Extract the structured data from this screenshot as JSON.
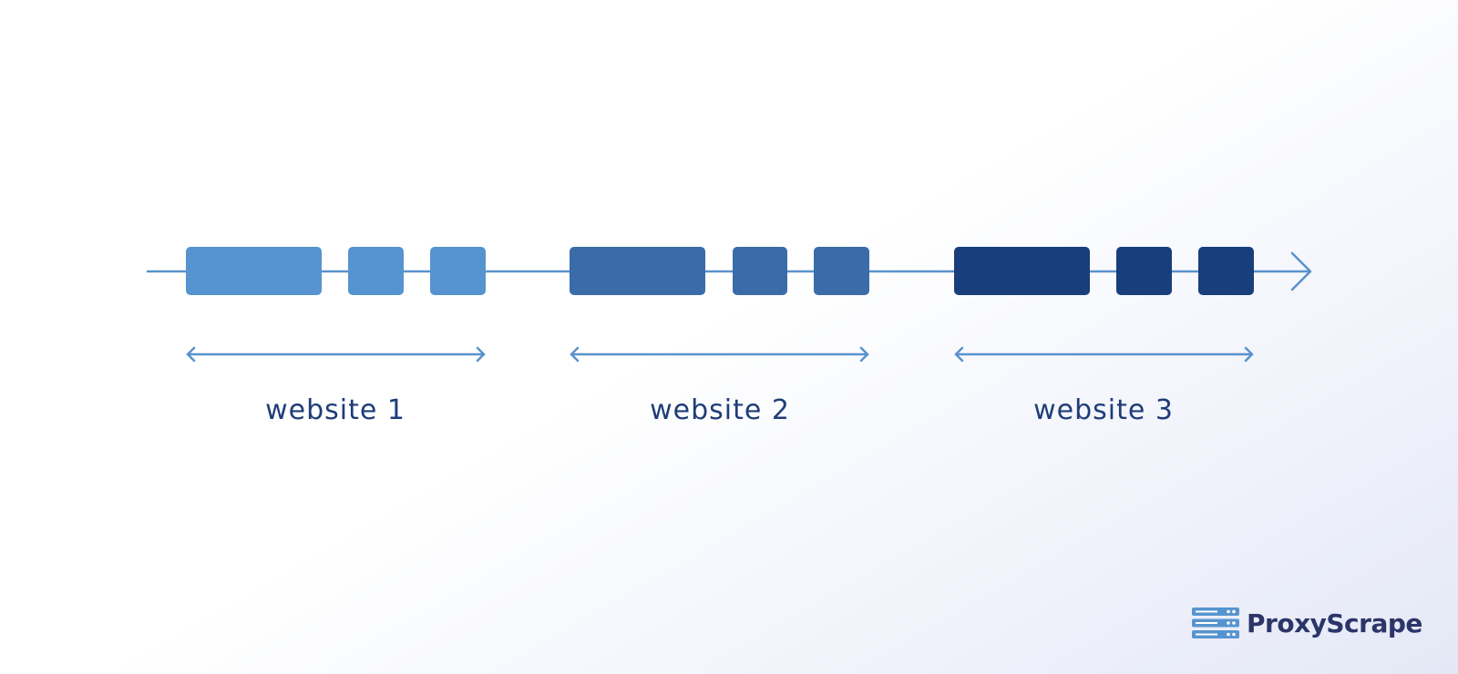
{
  "diagram": {
    "groups": [
      {
        "label": "website 1",
        "color": "#5694cf"
      },
      {
        "label": "website 2",
        "color": "#3a6ca9"
      },
      {
        "label": "website 3",
        "color": "#193e7c"
      }
    ],
    "line_color": "#5a92cc",
    "label_color": "#1e3d78"
  },
  "brand": {
    "name": "ProxyScrape",
    "color": "#2b3568",
    "logo_color": "#5694cf"
  }
}
